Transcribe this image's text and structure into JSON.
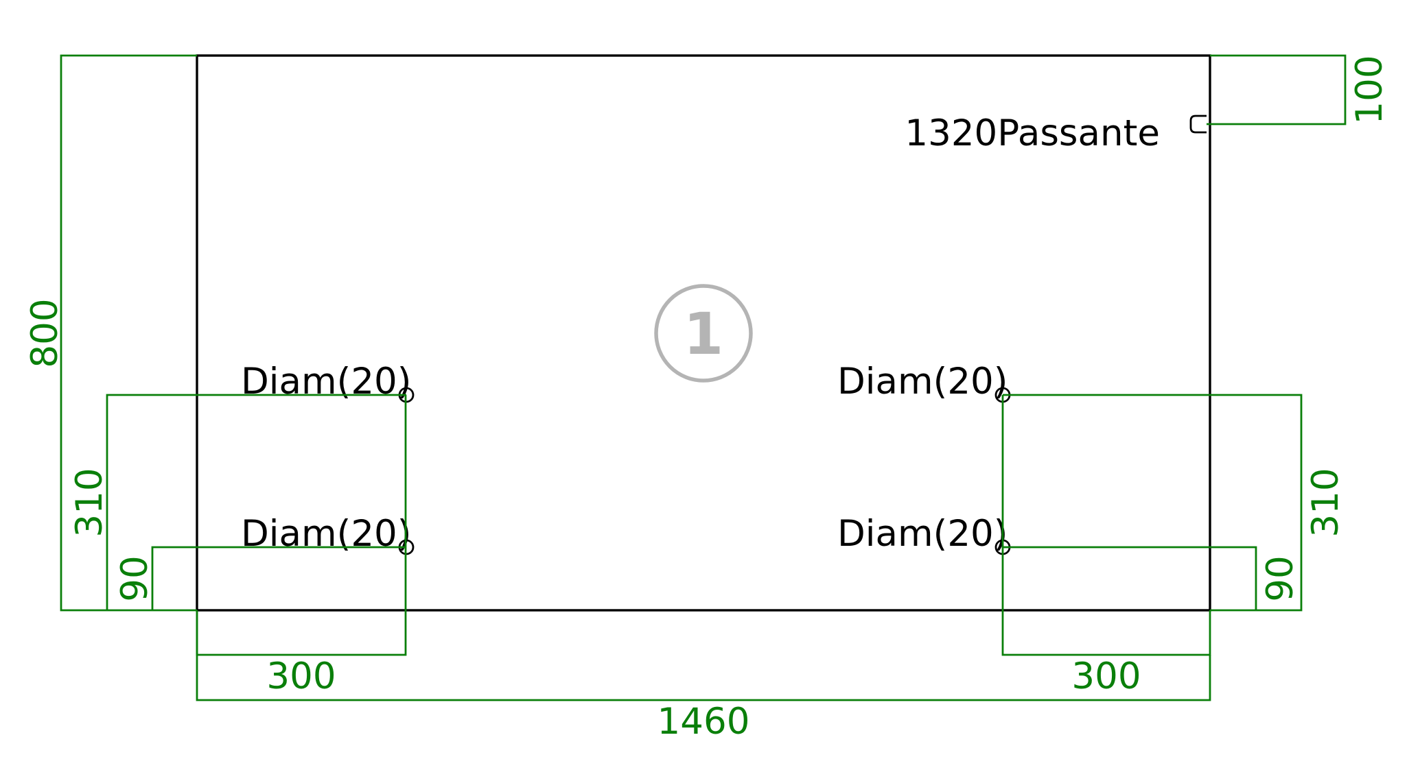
{
  "panel": {
    "marker": "1",
    "slot_label": "1320Passante",
    "hole_labels": [
      "Diam(20)",
      "Diam(20)",
      "Diam(20)",
      "Diam(20)"
    ]
  },
  "dimensions": {
    "total_width": "1460",
    "total_height": "800",
    "left_offset_x": "300",
    "right_offset_x": "300",
    "left_upper_y": "310",
    "left_lower_y": "90",
    "right_upper_y": "310",
    "right_lower_y": "90",
    "slot_top": "100"
  },
  "colors": {
    "dimension": "#0a7f0a",
    "outline": "#000000",
    "marker": "#b4b4b4"
  }
}
